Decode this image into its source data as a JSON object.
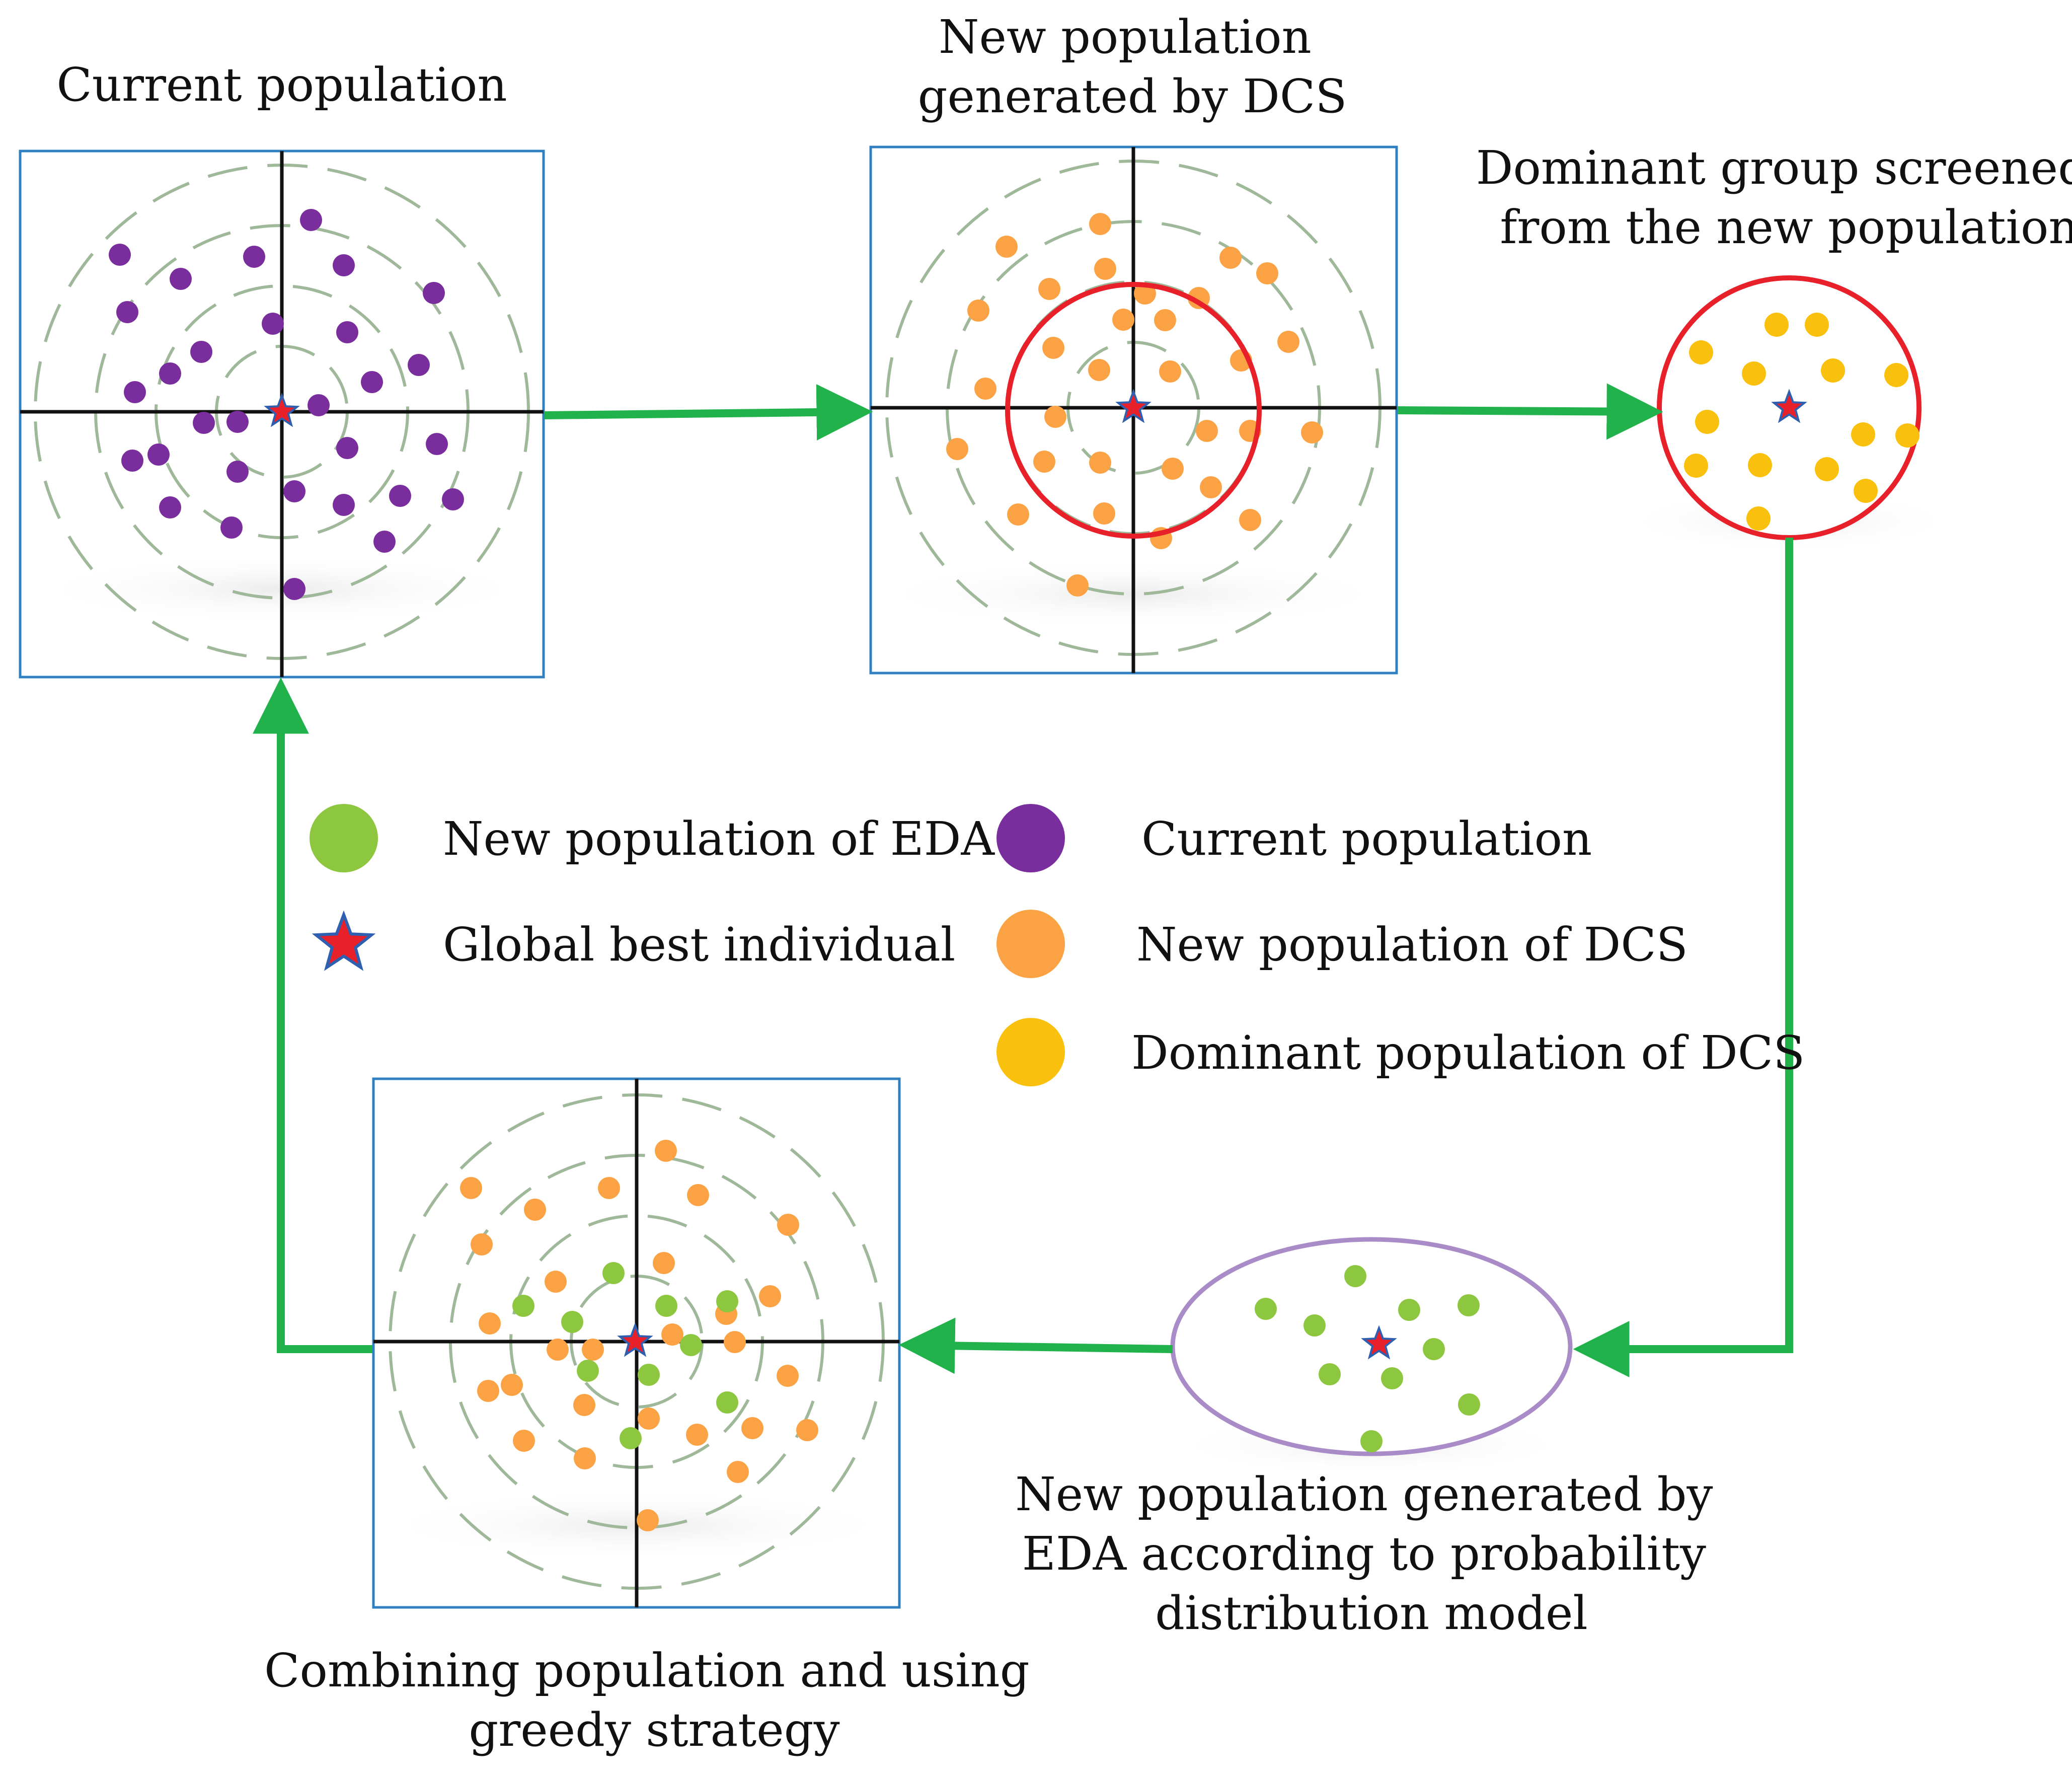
{
  "colors": {
    "current_population": "#7a2e9e",
    "new_population_dcs": "#fba344",
    "dominant_population_dcs": "#f9c10e",
    "new_population_eda": "#8dc63f",
    "global_best": "#e8202a",
    "flow_arrow": "#22b24c",
    "screen_circle": "#e8202a",
    "eda_ellipse": "#a98bc7",
    "panel_border": "#2f7fc1",
    "guide_rings": "#9fb89a"
  },
  "stages": {
    "current": {
      "title_lines": [
        "Current population"
      ]
    },
    "dcs": {
      "title_lines": [
        "New population",
        "generated by DCS"
      ]
    },
    "dominant": {
      "title_lines": [
        "Dominant group screened",
        "from the new population"
      ]
    },
    "eda": {
      "title_lines": [
        "New population generated by",
        "EDA according to probability",
        "distribution model"
      ]
    },
    "combine": {
      "title_lines": [
        "Combining population and using",
        "greedy strategy"
      ]
    }
  },
  "legend": [
    {
      "key": "new_population_eda",
      "label": "New population of EDA",
      "marker": "circle",
      "color": "#8dc63f"
    },
    {
      "key": "global_best",
      "label": "Global best individual",
      "marker": "star-icon",
      "color": "#e8202a"
    },
    {
      "key": "current_population",
      "label": "Current population",
      "marker": "circle",
      "color": "#7a2e9e"
    },
    {
      "key": "new_population_dcs",
      "label": "New population of DCS",
      "marker": "circle",
      "color": "#fba344"
    },
    {
      "key": "dominant_population_dcs",
      "label": "Dominant population of DCS",
      "marker": "circle",
      "color": "#f9c10e"
    }
  ],
  "flow_order": [
    "current",
    "dcs",
    "dominant",
    "eda",
    "combine",
    "current"
  ]
}
